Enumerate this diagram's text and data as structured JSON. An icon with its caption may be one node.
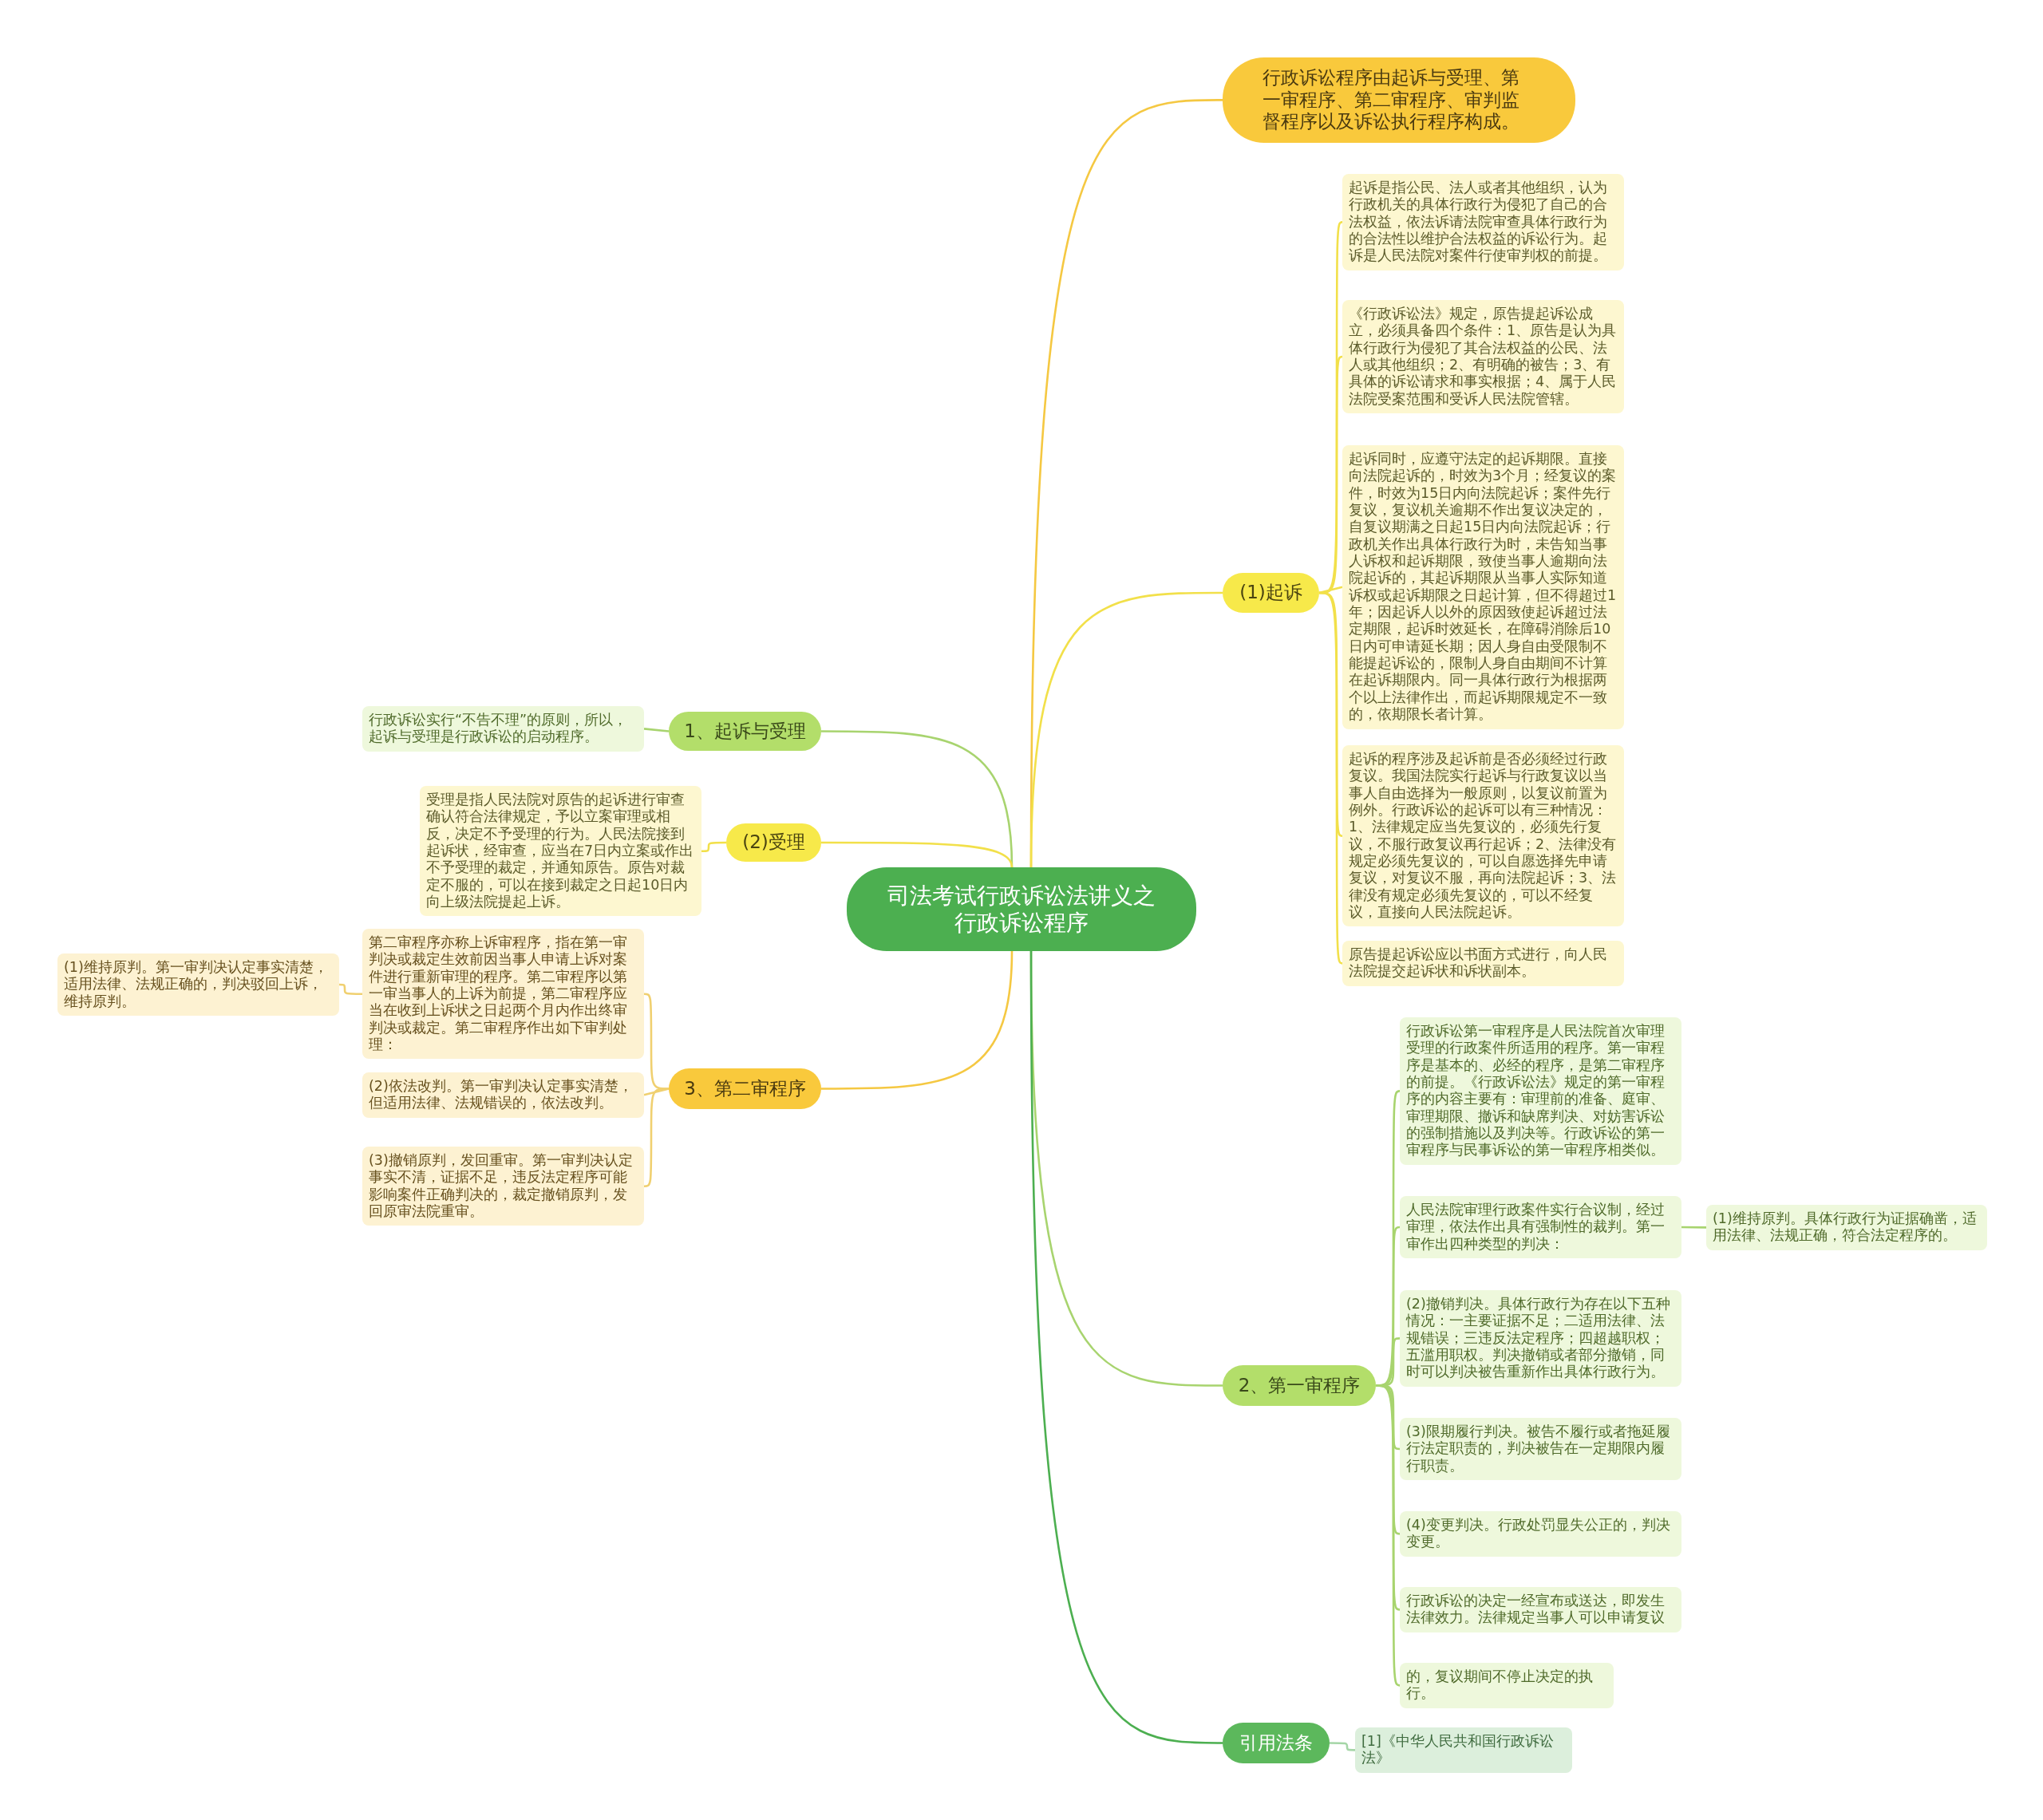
{
  "diagram": {
    "nodes": [
      {
        "text": [
          "司法考试行政诉讼法讲义之行政诉讼程序"
        ]
      },
      {
        "text": [
          "行政诉讼程序由起诉与受理、第一审程序、第二审程序、审判监督程序以及诉讼执行程序构成。"
        ]
      },
      {
        "text": [
          "(1)起诉"
        ]
      },
      {
        "text": [
          "起诉是指公民、法人或者其他组织，认为行政机关的具体行政行为侵犯了自己的合法权益，依法诉请法院审查具体行政行为的合法性以维护合法权益的诉讼行为。起诉是人民法院对案件行使审判权的前提。"
        ]
      },
      {
        "text": [
          "《行政诉讼法》规定，原告提起诉讼成立，必须具备四个条件：1、原告是认为具体行政行为侵犯了其合法权益的公民、法人或其他组织；2、有明确的被告；3、有具体的诉讼请求和事实根据；4、属于人民法院受案范围和受诉人民法院管辖。"
        ]
      },
      {
        "text": [
          "起诉同时，应遵守法定的起诉期限。直接向法院起诉的，时效为3个月；经复议的案件，时效为15日内向法院起诉；案件先行复议，复议机关逾期不作出复议决定的，自复议期满之日起15日内向法院起诉；行政机关作出具体行政行为时，未告知当事人诉权和起诉期限，致使当事人逾期向法院起诉的，其起诉期限从当事人实际知道诉权或起诉期限之日起计算，但不得超过1年；因起诉人以外的原因致使起诉超过法定期限，起诉时效延长，在障碍消除后10日内可申请延长期；因人身自由受限制不能提起诉讼的，限制人身自由期间不计算在起诉期限内。同一具体行政行为根据两个以上法律作出，而起诉期限规定不一致的，依期限长者计算。"
        ]
      },
      {
        "text": [
          "起诉的程序涉及起诉前是否必须经过行政复议。我国法院实行起诉与行政复议以当事人自由选择为一般原则，以复议前置为例外。行政诉讼的起诉可以有三种情况：1、法律规定应当先复议的，必须先行复议，不服行政复议再行起诉；2、法律没有规定必须先复议的，可以自愿选择先申请复议，对复议不服，再向法院起诉；3、法律没有规定必须先复议的，可以不经复议，直接向人民法院起诉。"
        ]
      },
      {
        "text": [
          "原告提起诉讼应以书面方式进行，向人民法院提交起诉状和诉状副本。"
        ]
      },
      {
        "text": [
          "1、起诉与受理"
        ]
      },
      {
        "text": [
          "行政诉讼实行“不告不理”的原则，所以，起诉与受理是行政诉讼的启动程序。"
        ]
      },
      {
        "text": [
          "(2)受理"
        ]
      },
      {
        "text": [
          "受理是指人民法院对原告的起诉进行审查确认符合法律规定，予以立案审理或相反，决定不予受理的行为。人民法院接到起诉状，经审查，应当在7日内立案或作出不予受理的裁定，并通知原告。原告对裁定不服的，可以在接到裁定之日起10日内向上级法院提起上诉。"
        ]
      },
      {
        "text": [
          "3、第二审程序"
        ]
      },
      {
        "text": [
          "第二审程序亦称上诉审程序，指在第一审判决或裁定生效前因当事人申请上诉对案件进行重新审理的程序。第二审程序以第一审当事人的上诉为前提，第二审程序应当在收到上诉状之日起两个月内作出终审判决或裁定。第二审程序作出如下审判处理："
        ]
      },
      {
        "text": [
          "(1)维持原判。第一审判决认定事实清楚，适用法律、法规正确的，判决驳回上诉，维持原判。"
        ]
      },
      {
        "text": [
          "(2)依法改判。第一审判决认定事实清楚，但适用法律、法规错误的，依法改判。"
        ]
      },
      {
        "text": [
          "(3)撤销原判，发回重审。第一审判决认定事实不清，证据不足，违反法定程序可能影响案件正确判决的，裁定撤销原判，发回原审法院重审。"
        ]
      },
      {
        "text": [
          "2、第一审程序"
        ]
      },
      {
        "text": [
          "行政诉讼第一审程序是人民法院首次审理受理的行政案件所适用的程序。第一审程序是基本的、必经的程序，是第二审程序的前提。《行政诉讼法》规定的第一审程序的内容主要有：审理前的准备、庭审、审理期限、撤诉和缺席判决、对妨害诉讼的强制措施以及判决等。行政诉讼的第一审程序与民事诉讼的第一审程序相类似。"
        ]
      },
      {
        "text": [
          "人民法院审理行政案件实行合议制，经过审理，依法作出具有强制性的裁判。第一审作出四种类型的判决："
        ]
      },
      {
        "text": [
          "(1)维持原判。具体行政行为证据确凿，适用法律、法规正确，符合法定程序的。"
        ]
      },
      {
        "text": [
          "(2)撤销判决。具体行政行为存在以下五种情况：一主要证据不足；二适用法律、法规错误；三违反法定程序；四超越职权；五滥用职权。判决撤销或者部分撤销，同时可以判决被告重新作出具体行政行为。"
        ]
      },
      {
        "text": [
          "(3)限期履行判决。被告不履行或者拖延履行法定职责的，判决被告在一定期限内履行职责。"
        ]
      },
      {
        "text": [
          "(4)变更判决。行政处罚显失公正的，判决变更。"
        ]
      },
      {
        "text": [
          "行政诉讼的决定一经宣布或送达，即发生法律效力。法律规定当事人可以申请复议"
        ]
      },
      {
        "text": [
          "的，复议期间不停止决定的执行。"
        ]
      },
      {
        "text": [
          "引用法条"
        ]
      },
      {
        "text": [
          "[1]《中华人民共和国行政诉讼法》"
        ]
      }
    ],
    "edges": [
      {
        "from": 0,
        "to": 1,
        "arrow": "none",
        "color": "#f5c842"
      },
      {
        "from": 0,
        "to": 2,
        "arrow": "none",
        "color": "#f2e04a"
      },
      {
        "from": 2,
        "to": 3,
        "arrow": "none",
        "color": "#f2e04a"
      },
      {
        "from": 2,
        "to": 4,
        "arrow": "none",
        "color": "#f2e04a"
      },
      {
        "from": 2,
        "to": 5,
        "arrow": "none",
        "color": "#f2e04a"
      },
      {
        "from": 2,
        "to": 6,
        "arrow": "none",
        "color": "#f2e04a"
      },
      {
        "from": 2,
        "to": 7,
        "arrow": "none",
        "color": "#f2e04a"
      },
      {
        "from": 0,
        "to": 8,
        "arrow": "none"
      },
      {
        "from": 8,
        "to": 9,
        "arrow": "none"
      },
      {
        "from": 0,
        "to": 10,
        "arrow": "none",
        "color": "#f2e04a"
      },
      {
        "from": 10,
        "to": 11,
        "arrow": "none",
        "color": "#f2e04a"
      },
      {
        "from": 0,
        "to": 12,
        "arrow": "none",
        "color": "#f5c842"
      },
      {
        "from": 12,
        "to": 13,
        "arrow": "none",
        "color": "#f0d070"
      },
      {
        "from": 13,
        "to": 14,
        "arrow": "none",
        "color": "#f0d070"
      },
      {
        "from": 12,
        "to": 15,
        "arrow": "none",
        "color": "#f0d070"
      },
      {
        "from": 12,
        "to": 16,
        "arrow": "none",
        "color": "#f0d070"
      },
      {
        "from": 0,
        "to": 17,
        "arrow": "none"
      },
      {
        "from": 17,
        "to": 18,
        "arrow": "none"
      },
      {
        "from": 17,
        "to": 19,
        "arrow": "none"
      },
      {
        "from": 19,
        "to": 20,
        "arrow": "none"
      },
      {
        "from": 17,
        "to": 21,
        "arrow": "none"
      },
      {
        "from": 17,
        "to": 22,
        "arrow": "none"
      },
      {
        "from": 17,
        "to": 23,
        "arrow": "none"
      },
      {
        "from": 17,
        "to": 24,
        "arrow": "none"
      },
      {
        "from": 17,
        "to": 25,
        "arrow": "none"
      },
      {
        "from": 0,
        "to": 26,
        "arrow": "none",
        "color": "#4caf50"
      },
      {
        "from": 26,
        "to": 27,
        "arrow": "none",
        "color": "#a5d6a7"
      }
    ]
  }
}
